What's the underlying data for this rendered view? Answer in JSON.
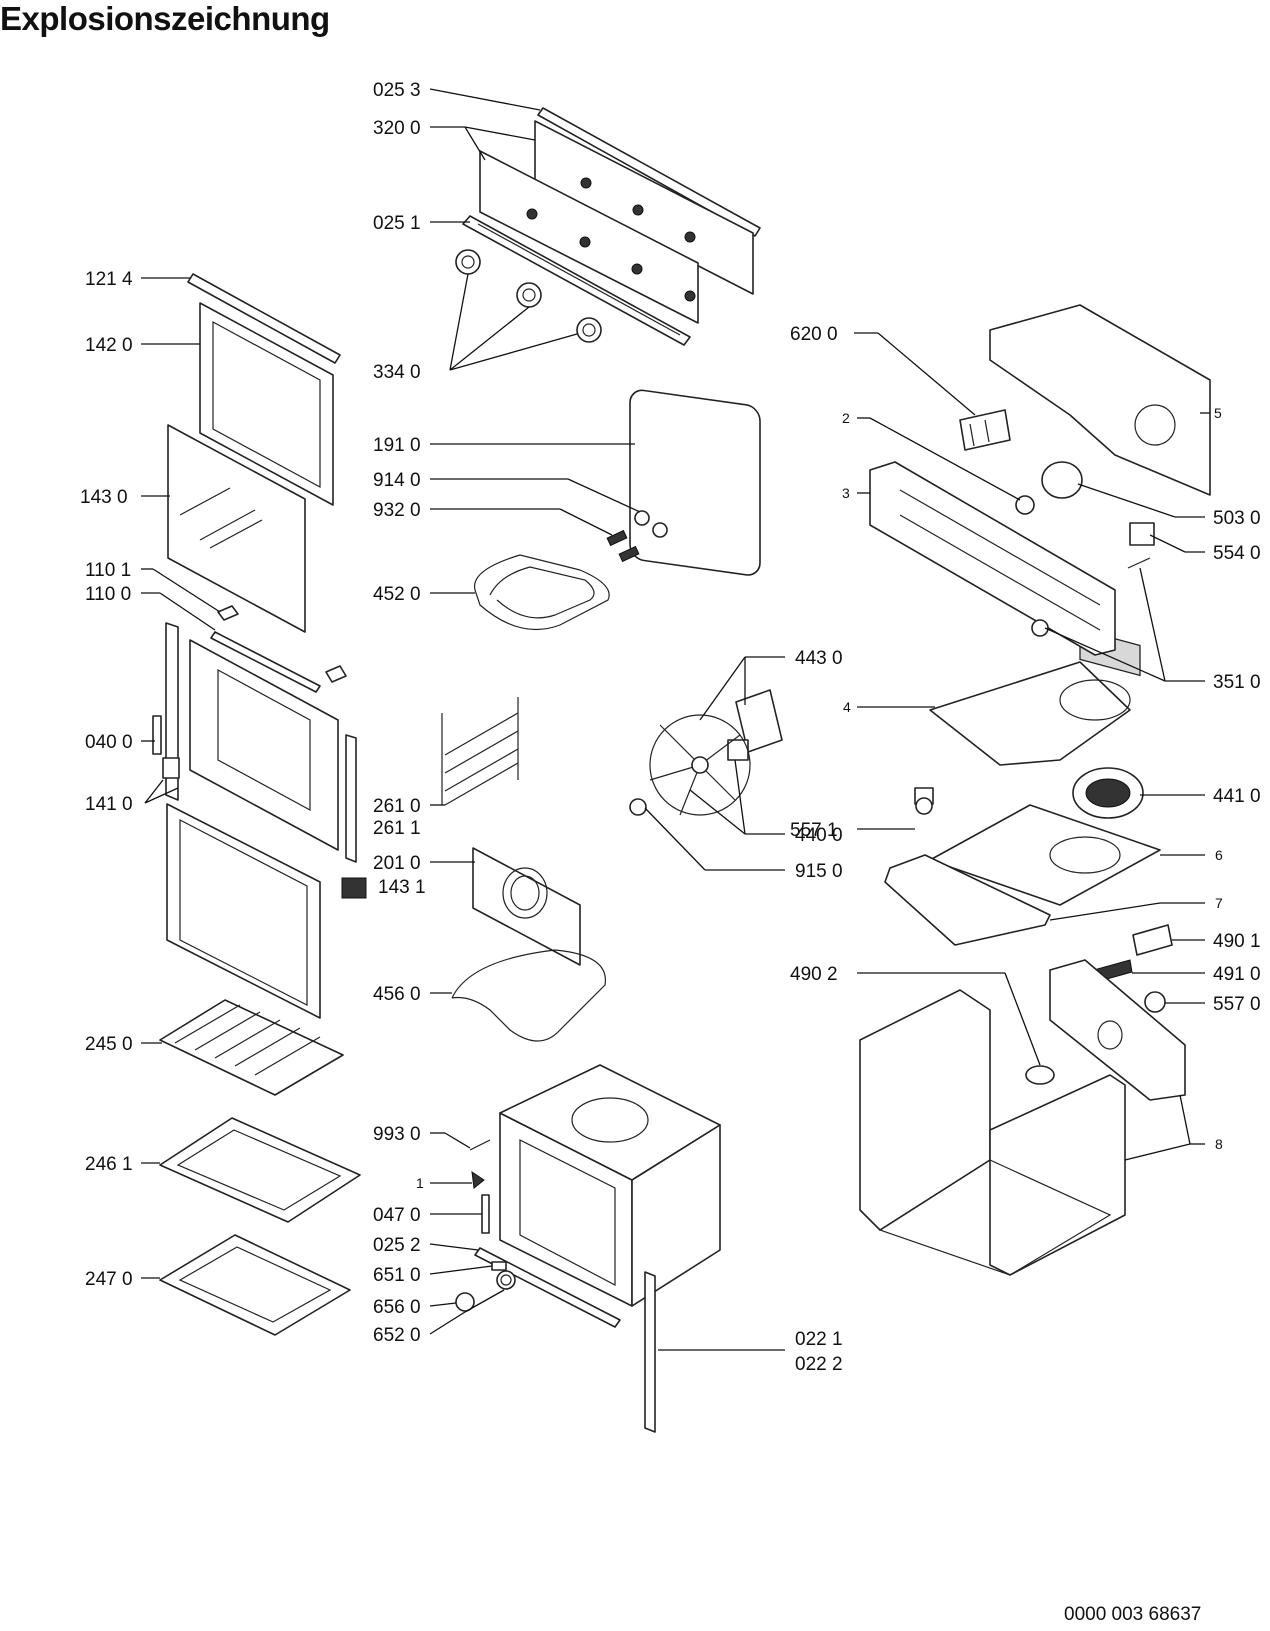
{
  "title": "Explosionszeichnung",
  "document_number": "0000 003 68637",
  "labels": {
    "l0253": "025 3",
    "l3200": "320 0",
    "l0251": "025 1",
    "l1214": "121 4",
    "l1420": "142 0",
    "l3340": "334 0",
    "l6200": "620 0",
    "l2": "2",
    "l5": "5",
    "l3": "3",
    "l5030": "503 0",
    "l5540": "554 0",
    "l1910": "191 0",
    "l9140": "914 0",
    "l9320": "932 0",
    "l1430": "143 0",
    "l1101": "110 1",
    "l1100": "110 0",
    "l4520": "452 0",
    "l3510": "351 0",
    "l4430": "443 0",
    "l4": "4",
    "l0400": "040 0",
    "l4410": "441 0",
    "l2610": "261 0",
    "l2611": "261 1",
    "l1410": "141 0",
    "l5571": "557 1",
    "l4400": "440 0",
    "l2010": "201 0",
    "l6": "6",
    "l1431": "143 1",
    "l9150": "915 0",
    "l7": "7",
    "l4901": "490 1",
    "l4902": "490 2",
    "l4910": "491 0",
    "l4560": "456 0",
    "l5570": "557 0",
    "l2450": "245 0",
    "l8": "8",
    "l9930": "993 0",
    "l2461": "246 1",
    "l1": "1",
    "l0470": "047 0",
    "l0252": "025 2",
    "l2470": "247 0",
    "l6510": "651 0",
    "l6560": "656 0",
    "l6520": "652 0",
    "l0221": "022 1",
    "l0222": "022 2"
  }
}
